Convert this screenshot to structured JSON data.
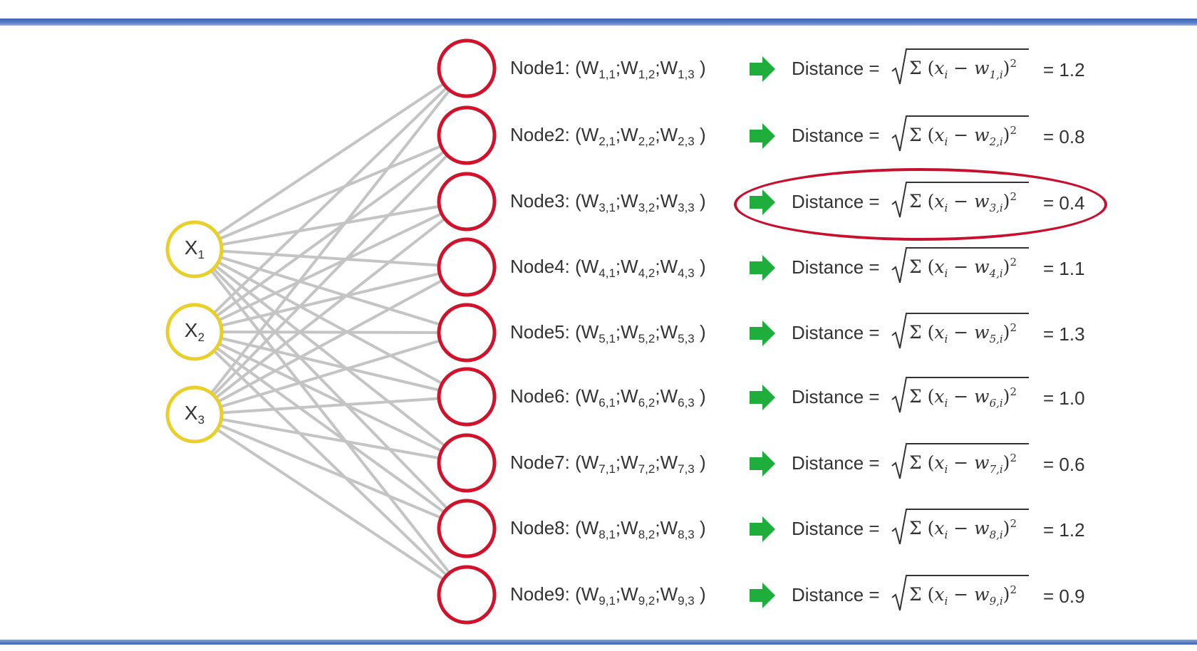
{
  "diagram": {
    "inputs": [
      {
        "label": "X",
        "sub": "1"
      },
      {
        "label": "X",
        "sub": "2"
      },
      {
        "label": "X",
        "sub": "3"
      }
    ],
    "nodes": [
      {
        "name": "Node1",
        "index": "1",
        "result": "= 1.2"
      },
      {
        "name": "Node2",
        "index": "2",
        "result": "= 0.8"
      },
      {
        "name": "Node3",
        "index": "3",
        "result": "= 0.4"
      },
      {
        "name": "Node4",
        "index": "4",
        "result": "= 1.1"
      },
      {
        "name": "Node5",
        "index": "5",
        "result": "= 1.3"
      },
      {
        "name": "Node6",
        "index": "6",
        "result": "= 1.0"
      },
      {
        "name": "Node7",
        "index": "7",
        "result": "= 0.6"
      },
      {
        "name": "Node8",
        "index": "8",
        "result": "= 1.2"
      },
      {
        "name": "Node9",
        "index": "9",
        "result": "= 0.9"
      }
    ],
    "distance_label": "Distance =",
    "highlighted_node": "Node3",
    "colors": {
      "input_ring": "#e8cf2a",
      "node_ring": "#d0122b",
      "connection": "#c4c4c4",
      "arrow": "#1fae3c",
      "highlight": "#c8102e",
      "frame_bar": "#3b63b5"
    }
  }
}
